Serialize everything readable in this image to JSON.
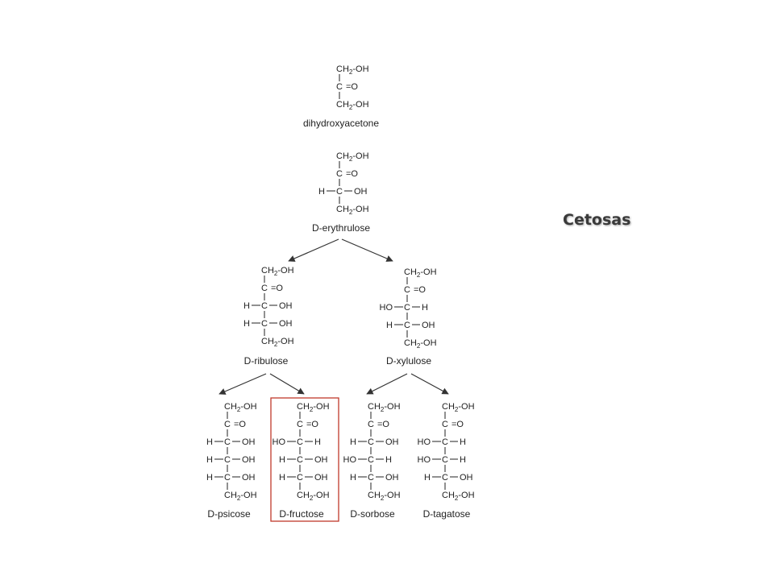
{
  "title": "Cetosas",
  "highlight_color": "#c0392b",
  "tree": {
    "root": {
      "name": "dihydroxyacetone",
      "top": "CH2-OH",
      "carbonyl": "C=O",
      "rows": [],
      "bottom": "CH2-OH"
    },
    "level1": [
      {
        "name": "D-erythrulose",
        "top": "CH2-OH",
        "carbonyl": "C=O",
        "rows": [
          {
            "left": "H",
            "right": "OH"
          }
        ],
        "bottom": "CH2-OH"
      }
    ],
    "level2": [
      {
        "name": "D-ribulose",
        "top": "CH2-OH",
        "carbonyl": "C=O",
        "rows": [
          {
            "left": "H",
            "right": "OH"
          },
          {
            "left": "H",
            "right": "OH"
          }
        ],
        "bottom": "CH2-OH"
      },
      {
        "name": "D-xylulose",
        "top": "CH2-OH",
        "carbonyl": "C=O",
        "rows": [
          {
            "left": "HO",
            "right": "H"
          },
          {
            "left": "H",
            "right": "OH"
          }
        ],
        "bottom": "CH2-OH"
      }
    ],
    "level3": [
      {
        "name": "D-psicose",
        "top": "CH2-OH",
        "carbonyl": "C=O",
        "rows": [
          {
            "left": "H",
            "right": "OH"
          },
          {
            "left": "H",
            "right": "OH"
          },
          {
            "left": "H",
            "right": "OH"
          }
        ],
        "bottom": "CH2-OH"
      },
      {
        "name": "D-fructose",
        "highlighted": true,
        "top": "CH2-OH",
        "carbonyl": "C=O",
        "rows": [
          {
            "left": "HO",
            "right": "H"
          },
          {
            "left": "H",
            "right": "OH"
          },
          {
            "left": "H",
            "right": "OH"
          }
        ],
        "bottom": "CH2-OH"
      },
      {
        "name": "D-sorbose",
        "top": "CH2-OH",
        "carbonyl": "C=O",
        "rows": [
          {
            "left": "H",
            "right": "OH"
          },
          {
            "left": "HO",
            "right": "H"
          },
          {
            "left": "H",
            "right": "OH"
          }
        ],
        "bottom": "CH2-OH"
      },
      {
        "name": "D-tagatose",
        "top": "CH2-OH",
        "carbonyl": "C=O",
        "rows": [
          {
            "left": "HO",
            "right": "H"
          },
          {
            "left": "HO",
            "right": "H"
          },
          {
            "left": "H",
            "right": "OH"
          }
        ],
        "bottom": "CH2-OH"
      }
    ],
    "edges": [
      {
        "from": "D-erythrulose",
        "to": "D-ribulose"
      },
      {
        "from": "D-erythrulose",
        "to": "D-xylulose"
      },
      {
        "from": "D-ribulose",
        "to": "D-psicose"
      },
      {
        "from": "D-ribulose",
        "to": "D-fructose"
      },
      {
        "from": "D-xylulose",
        "to": "D-sorbose"
      },
      {
        "from": "D-xylulose",
        "to": "D-tagatose"
      }
    ]
  }
}
